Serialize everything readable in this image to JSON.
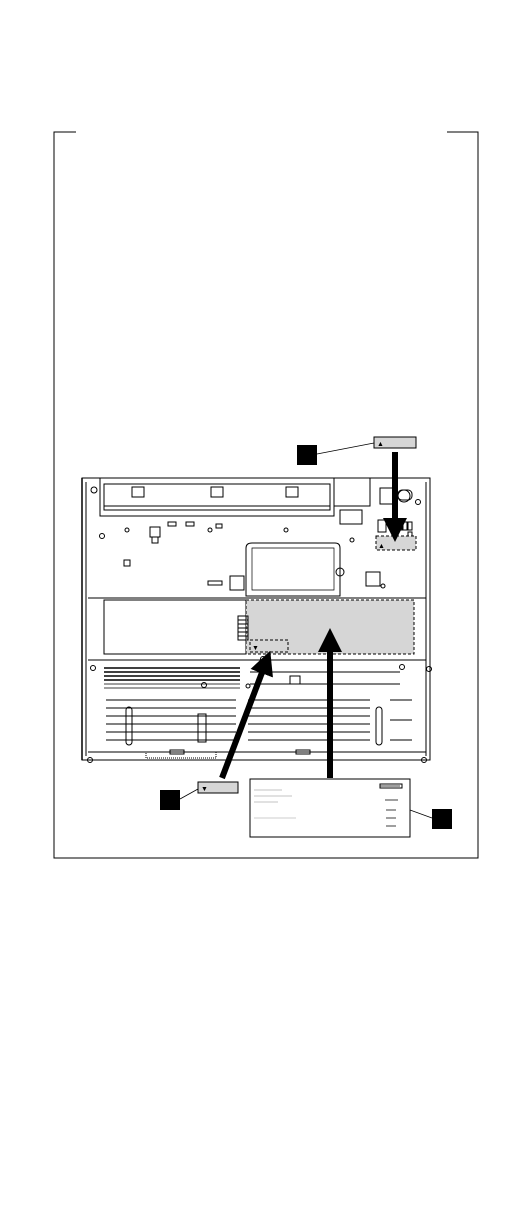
{
  "figure": {
    "callouts": [
      {
        "id": "callout-1",
        "label_text": ""
      },
      {
        "id": "callout-2",
        "label_text": ""
      },
      {
        "id": "callout-3",
        "label_text": ""
      }
    ],
    "label_a_marker": "▲",
    "label_b_marker": "▼",
    "inner_label_marker": "▲",
    "inner_label_b_marker": "▼",
    "colors": {
      "line": "#000000",
      "fill_gray": "#d6d6d6",
      "background": "#ffffff"
    }
  }
}
